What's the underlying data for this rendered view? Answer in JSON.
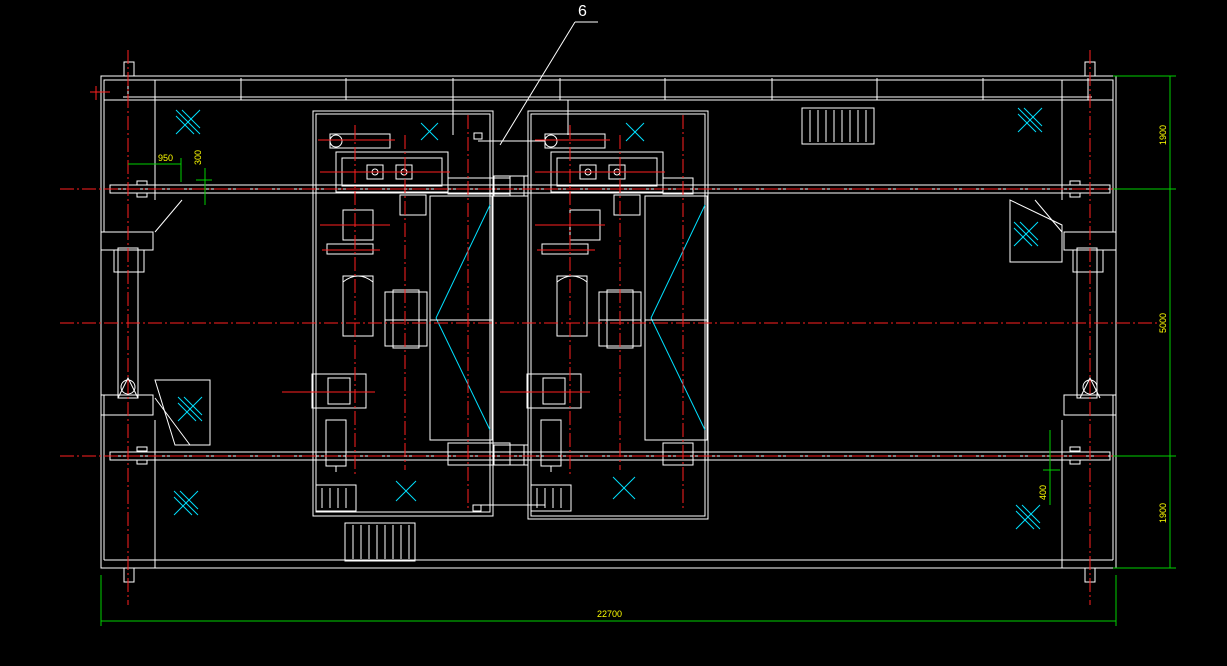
{
  "dimensions": {
    "width_dim": "950",
    "height_dim": "300",
    "right_top": "1900",
    "right_mid": "5000",
    "right_bottom": "1900",
    "bottom_total": "22700",
    "small_lower": "400"
  },
  "callout_label": "6",
  "colors": {
    "background": "#000000",
    "outline": "#ffffff",
    "centerline": "#ff2020",
    "dimension": "#00d000",
    "dimension_text": "#ffff00",
    "hatch": "#00e0ff"
  }
}
